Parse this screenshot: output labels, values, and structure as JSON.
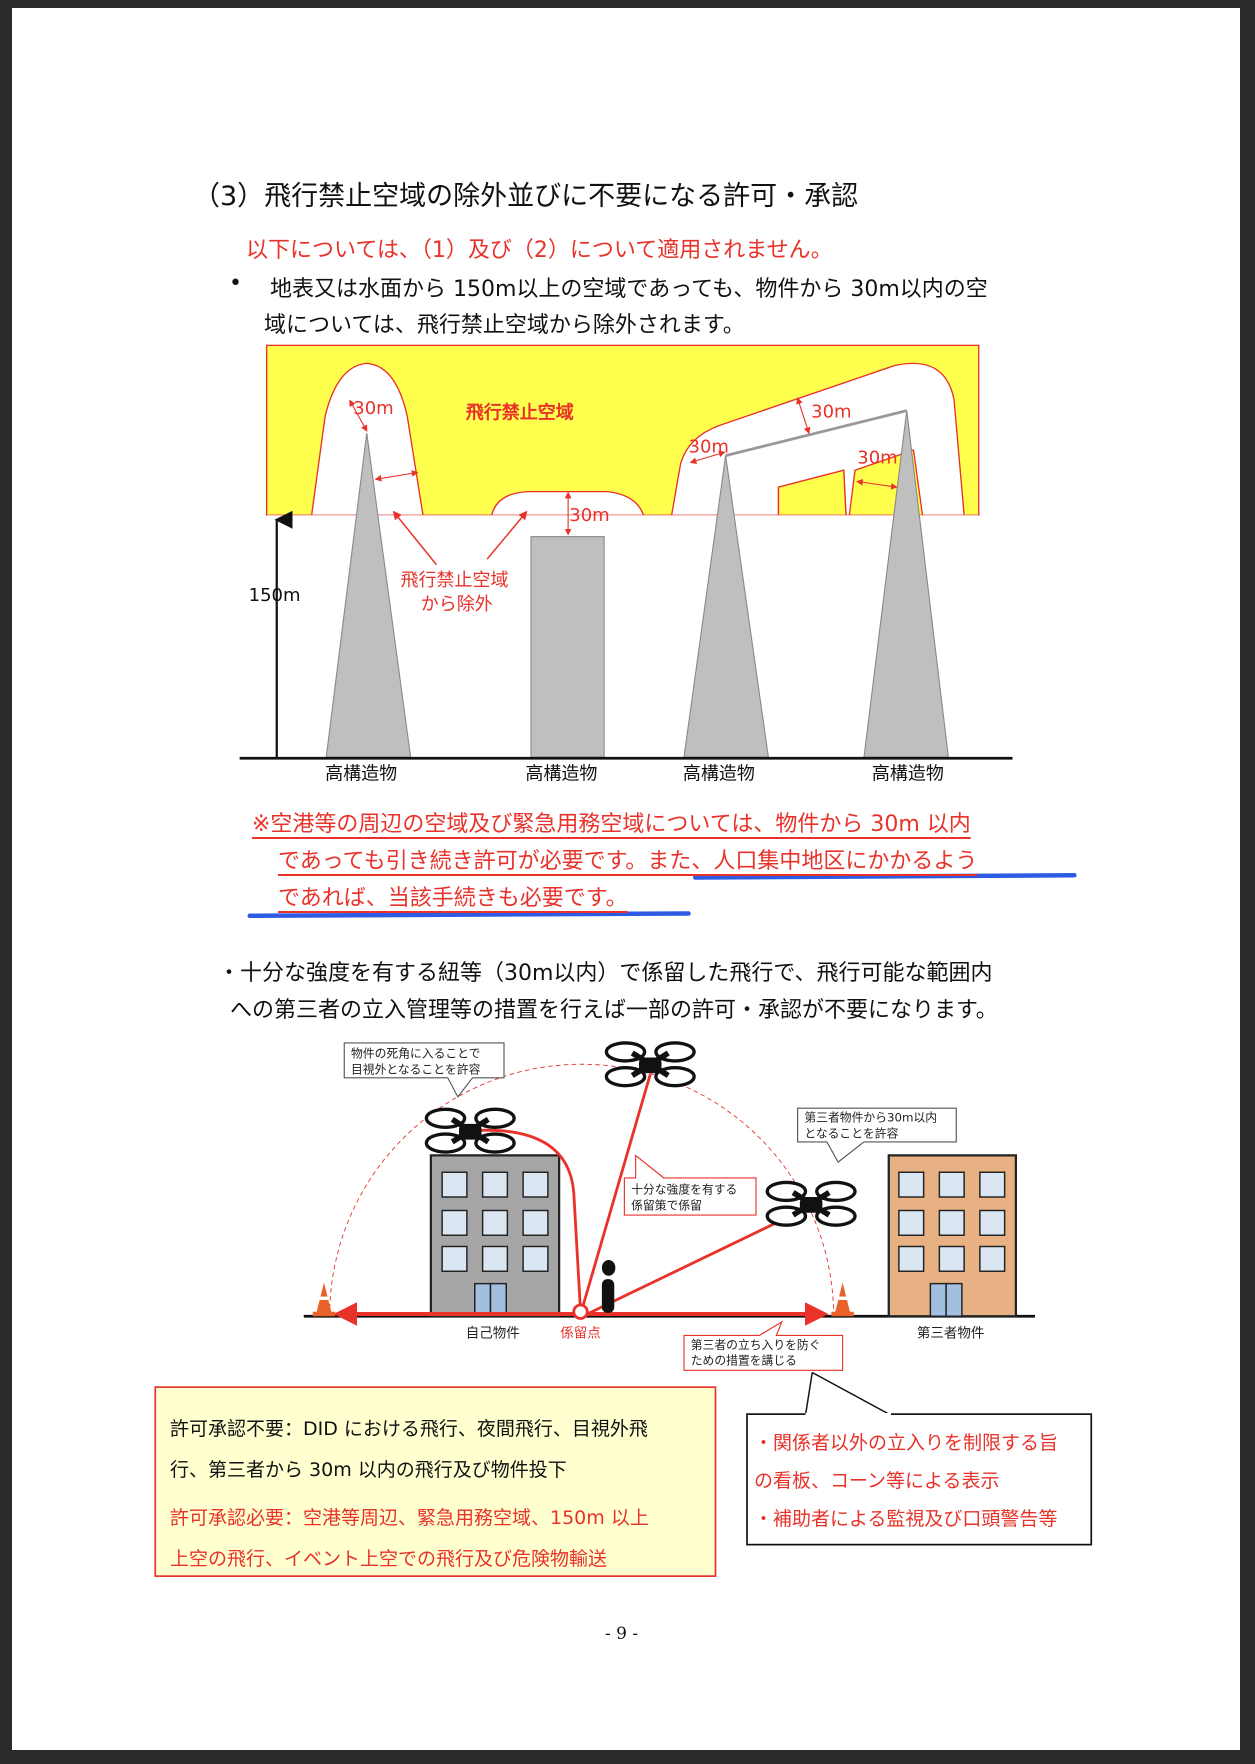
{
  "section_title": "（3）飛行禁止空域の除外並びに不要になる許可・承認",
  "intro_red": "以下については、（1）及び（2）について適用されません。",
  "bullet1": {
    "marker": "•",
    "line1": "地表又は水面から 150m以上の空域であっても、物件から 30m以内の空",
    "line2": "域については、飛行禁止空域から除外されます。"
  },
  "diagram1": {
    "zone_label": "飛行禁止空域",
    "excluded_label_1": "飛行禁止空域",
    "excluded_label_2": "から除外",
    "height_label": "150m",
    "distance_labels": [
      "30m",
      "30m",
      "30m",
      "30m",
      "30m"
    ],
    "structure_labels": [
      "高構造物",
      "高構造物",
      "高構造物",
      "高構造物"
    ],
    "colors": {
      "zone": "#ffff4d",
      "structure": "#bfbfbf",
      "accent": "#e8322a"
    }
  },
  "note": {
    "line1": "※空港等の周辺の空域及び緊急用務空域については、物件から 30m 以内",
    "line2": "であっても引き続き許可が必要です。また、人口集中地区にかかるよう",
    "line3": "であれば、当該手続きも必要です。"
  },
  "bullet2": {
    "line1": "・十分な強度を有する紐等（30m以内）で係留した飛行で、飛行可能な範囲内",
    "line2": "への第三者の立入管理等の措置を行えば一部の許可・承認が不要になります。"
  },
  "diagram2": {
    "callout_blind_1": "物件の死角に入ることで",
    "callout_blind_2": "目視外となることを許容",
    "callout_third_1": "第三者物件から30m以内",
    "callout_third_2": "となることを許容",
    "callout_tether_1": "十分な強度を有する",
    "callout_tether_2": "係留策で係留",
    "callout_measure_1": "第三者の立ち入りを防ぐ",
    "callout_measure_2": "ための措置を講じる",
    "own_property": "自己物件",
    "anchor_point": "係留点",
    "third_party_property": "第三者物件",
    "colors": {
      "own_building": "#a6a6a6",
      "third_building": "#e8b183",
      "window": "#dbe6f3",
      "tether": "#e8322a"
    }
  },
  "summary_box": {
    "not_required": "許可承認不要：DID における飛行、夜間飛行、目視外飛",
    "not_required_2": "行、第三者から 30m 以内の飛行及び物件投下",
    "required": "許可承認必要：空港等周辺、緊急用務空域、150m 以上",
    "required_2": "上空の飛行、イベント上空での飛行及び危険物輸送"
  },
  "measures_box": {
    "item1": "・関係者以外の立入りを制限する旨",
    "item1_2": "の看板、コーン等による表示",
    "item2": "・補助者による監視及び口頭警告等"
  },
  "page_number": "- 9 -"
}
